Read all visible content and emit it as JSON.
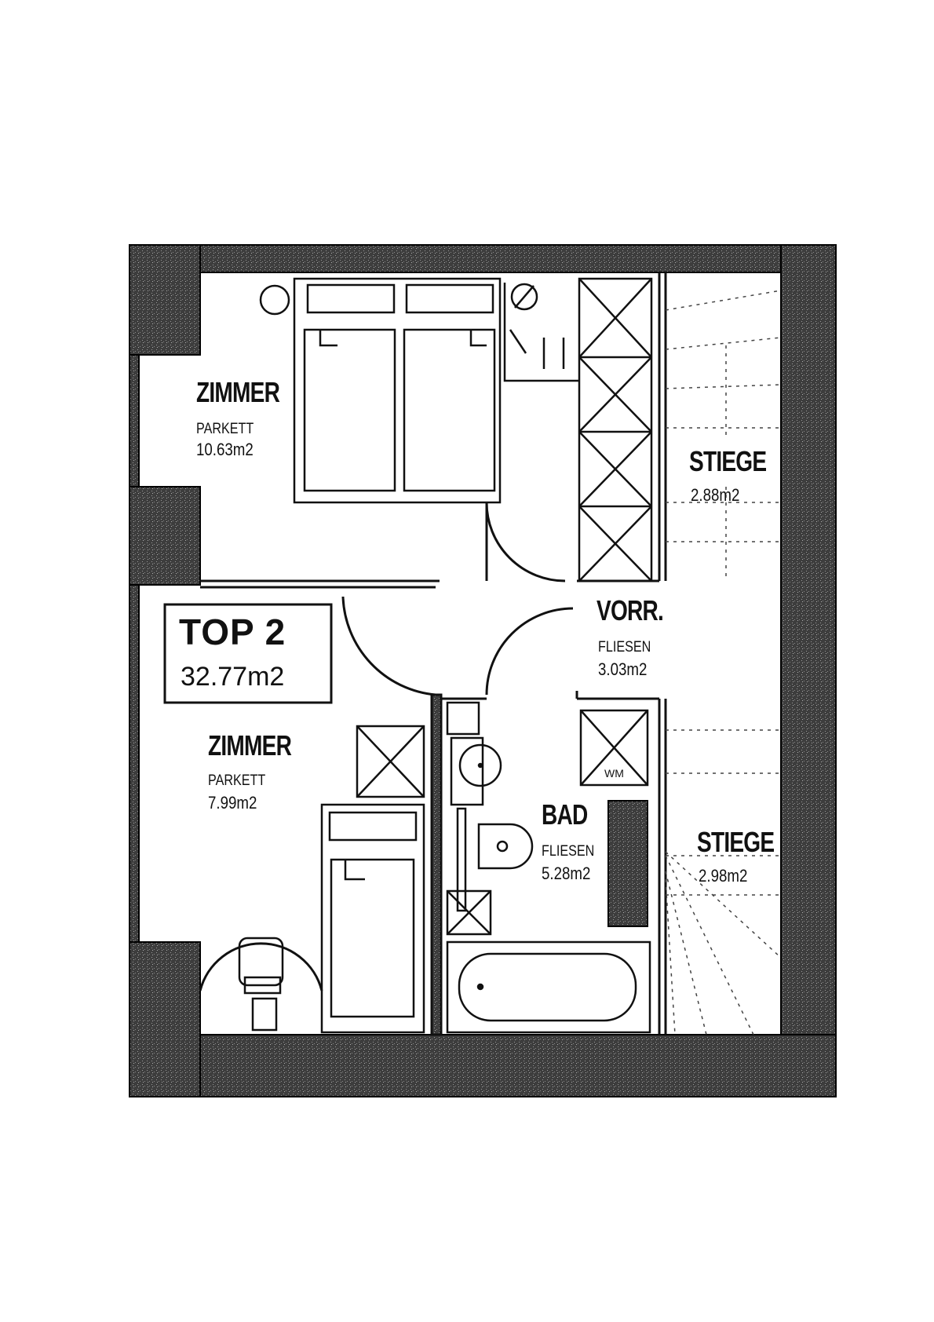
{
  "unit": {
    "name": "TOP 2",
    "area": "32.77m2"
  },
  "rooms": {
    "zimmer_top": {
      "name": "ZIMMER",
      "material": "PARKETT",
      "area": "10.63m2"
    },
    "zimmer_bottom": {
      "name": "ZIMMER",
      "material": "PARKETT",
      "area": "7.99m2"
    },
    "vorraum": {
      "name": "VORR.",
      "material": "FLIESEN",
      "area": "3.03m2"
    },
    "bad": {
      "name": "BAD",
      "material": "FLIESEN",
      "area": "5.28m2"
    },
    "stiege_top": {
      "name": "STIEGE",
      "area": "2.88m2"
    },
    "stiege_bottom": {
      "name": "STIEGE",
      "area": "2.98m2"
    }
  },
  "fixtures": {
    "washer_label": "WM"
  },
  "colors": {
    "wall": "#3a3a3a",
    "line": "#222222",
    "paper": "#ffffff"
  }
}
